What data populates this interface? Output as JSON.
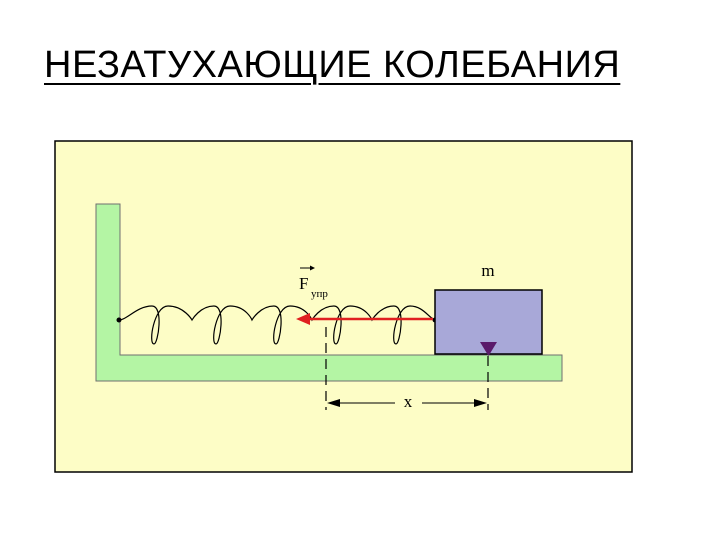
{
  "title": "НЕЗАТУХАЮЩИЕ КОЛЕБАНИЯ",
  "diagram": {
    "mass_label": "m",
    "force_label": "F",
    "force_subscript": "упр",
    "displacement_label": "x",
    "colors": {
      "panel_background": "#fdfdc6",
      "wall_and_floor": "#b4f5a4",
      "mass_block": "#a8a8d8",
      "force_arrow": "#e02020",
      "marker": "#5a1a6a",
      "spring": "#000000"
    }
  }
}
